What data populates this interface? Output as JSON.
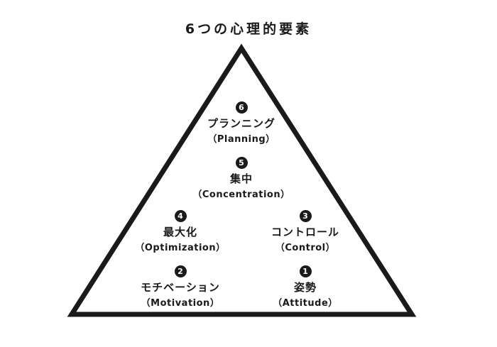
{
  "title": "6つの心理的要素",
  "colors": {
    "ink": "#1a1a1a",
    "background": "#ffffff"
  },
  "elements": [
    {
      "number": "6",
      "japanese": "プランニング",
      "english": "（Planning）"
    },
    {
      "number": "5",
      "japanese": "集中",
      "english": "（Concentration）"
    },
    {
      "number": "4",
      "japanese": "最大化",
      "english": "（Optimization）"
    },
    {
      "number": "3",
      "japanese": "コントロール",
      "english": "（Control）"
    },
    {
      "number": "2",
      "japanese": "モチベーション",
      "english": "（Motivation）"
    },
    {
      "number": "1",
      "japanese": "姿勢",
      "english": "（Attitude）"
    }
  ]
}
